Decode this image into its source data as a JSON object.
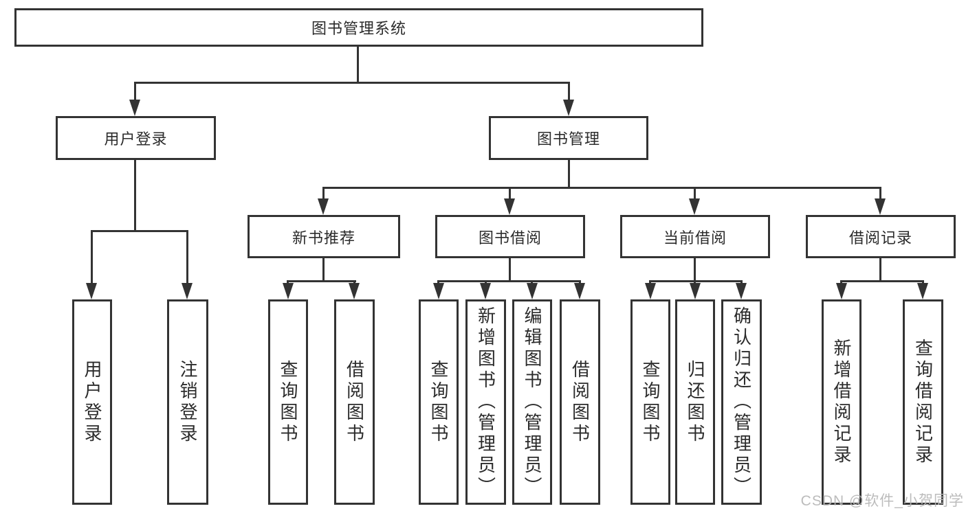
{
  "colors": {
    "line": "#333333",
    "text": "#2b2b2b",
    "watermark": "#b6b6b6"
  },
  "watermark": "CSDN @软件_小贺同学",
  "tree": {
    "label": "图书管理系统",
    "children": [
      {
        "label": "用户登录",
        "children": [
          {
            "label": "用户登录"
          },
          {
            "label": "注销登录"
          }
        ]
      },
      {
        "label": "图书管理",
        "children": [
          {
            "label": "新书推荐",
            "children": [
              {
                "label": "查询图书"
              },
              {
                "label": "借阅图书"
              }
            ]
          },
          {
            "label": "图书借阅",
            "children": [
              {
                "label": "查询图书"
              },
              {
                "label": "新增图书（管理员）"
              },
              {
                "label": "编辑图书（管理员）"
              },
              {
                "label": "借阅图书"
              }
            ]
          },
          {
            "label": "当前借阅",
            "children": [
              {
                "label": "查询图书"
              },
              {
                "label": "归还图书"
              },
              {
                "label": "确认归还（管理员）"
              }
            ]
          },
          {
            "label": "借阅记录",
            "children": [
              {
                "label": "新增借阅记录"
              },
              {
                "label": "查询借阅记录"
              }
            ]
          }
        ]
      }
    ]
  }
}
